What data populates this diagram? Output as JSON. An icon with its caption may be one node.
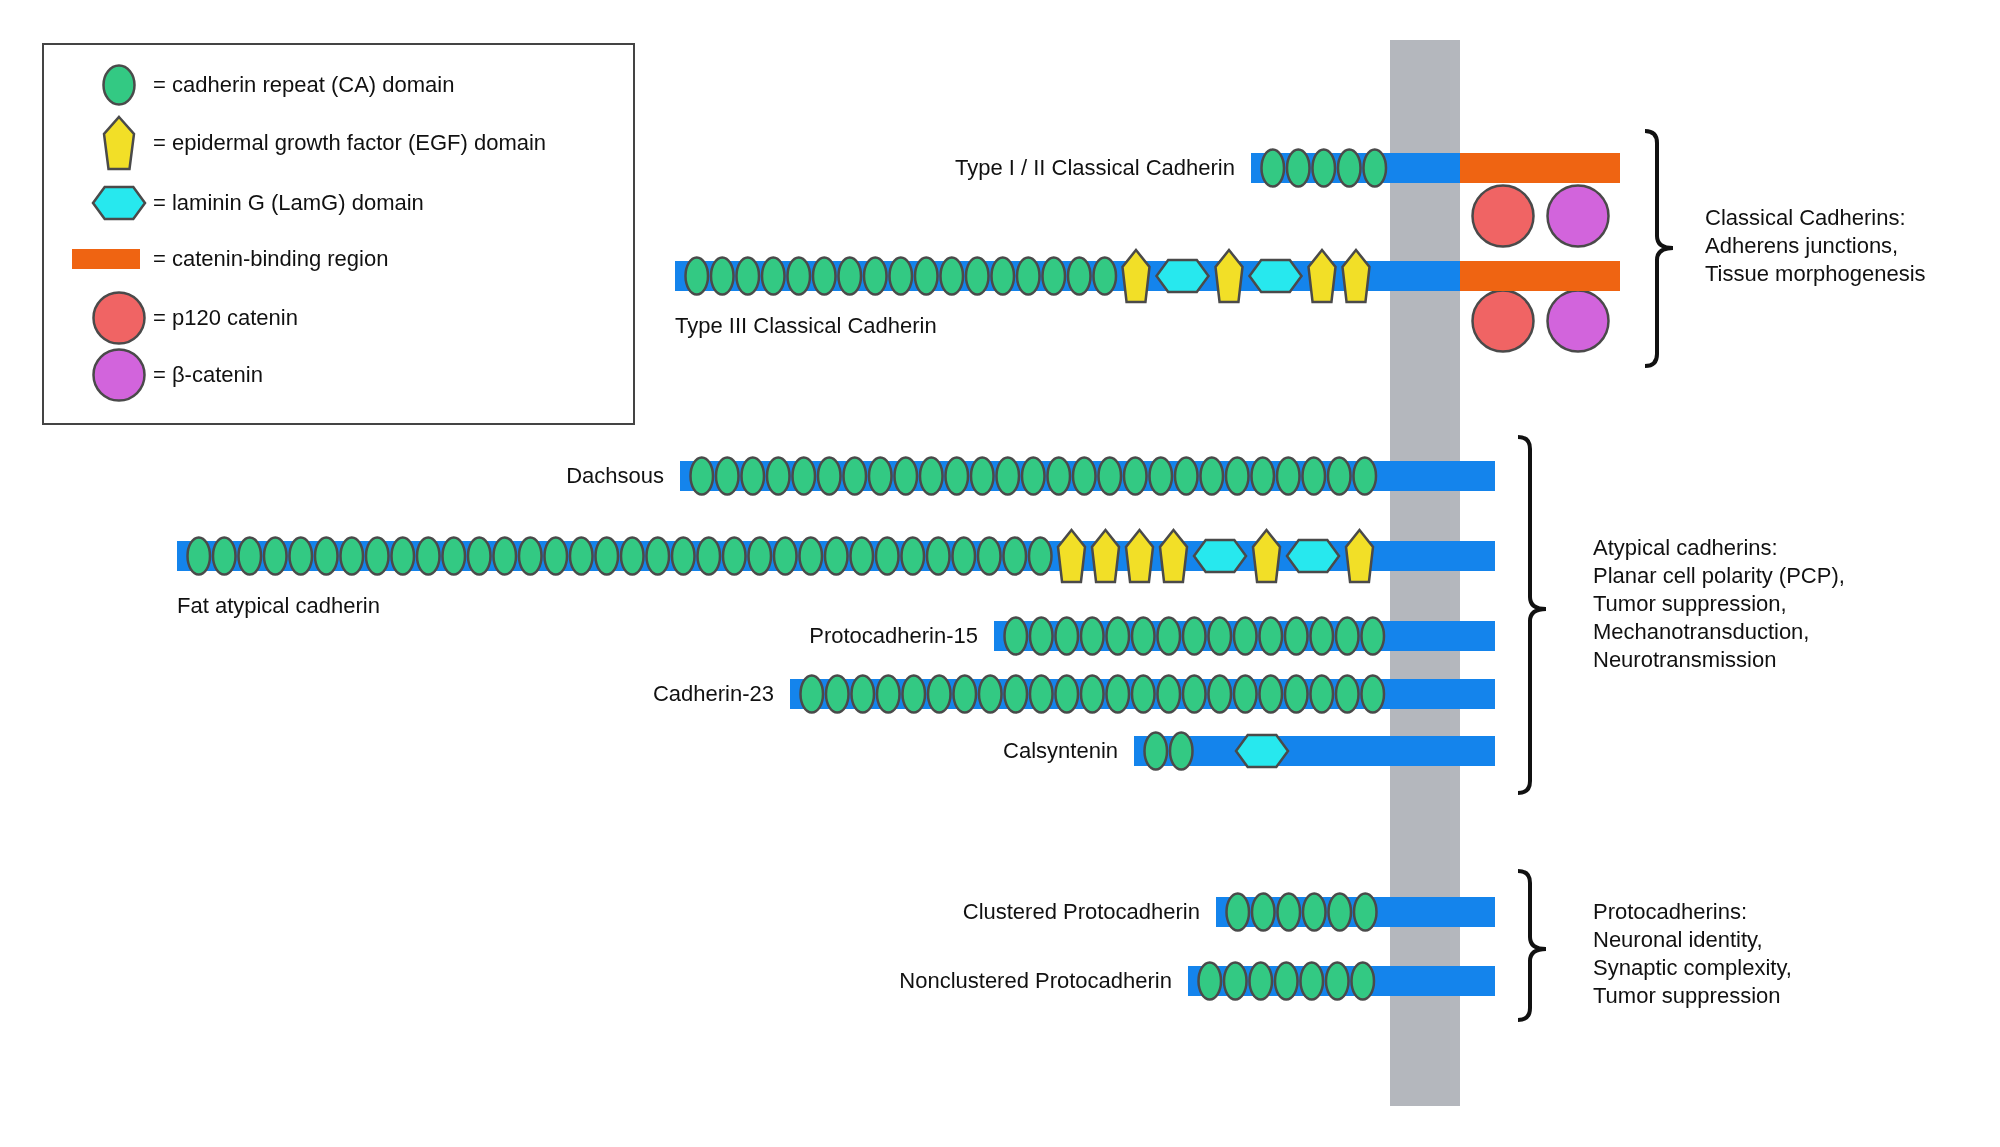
{
  "diagram": {
    "nodes": [
      {
        "text": [
          "Type I / II Classical Cadherin"
        ]
      },
      {
        "text": [
          "Type III Classical Cadherin"
        ]
      },
      {
        "text": [
          "Dachsous"
        ]
      },
      {
        "text": [
          "Fat atypical cadherin"
        ]
      },
      {
        "text": [
          "Protocadherin-15"
        ]
      },
      {
        "text": [
          "Cadherin-23"
        ]
      },
      {
        "text": [
          "Calsyntenin"
        ]
      },
      {
        "text": [
          "Clustered Protocadherin"
        ]
      },
      {
        "text": [
          "Nonclustered Protocadherin"
        ]
      }
    ],
    "edges": [],
    "labels": [
      "Classical Cadherins:",
      "Adherens junctions, Tissue morphogenesis",
      "Atypical cadherins:",
      "Planar cell polarity (PCP), Tumor suppression, Mechanotransduction, Neurotransmission",
      "Protocadherins:",
      "Neuronal identity, Synaptic complexity, Tumor suppression"
    ],
    "legend": [
      {
        "text": "= cadherin repeat (CA) domain",
        "color": "#33c983"
      },
      {
        "text": "= epidermal growth factor (EGF) domain",
        "color": "#f2df27"
      },
      {
        "text": "= laminin G (LamG) domain",
        "color": "#27e8ee"
      },
      {
        "text": "= catenin-binding region",
        "color": "#ef6412"
      },
      {
        "text": "= p120 catenin",
        "color": "#f06464"
      },
      {
        "text": "= β-catenin",
        "color": "#d264dc"
      }
    ]
  }
}
